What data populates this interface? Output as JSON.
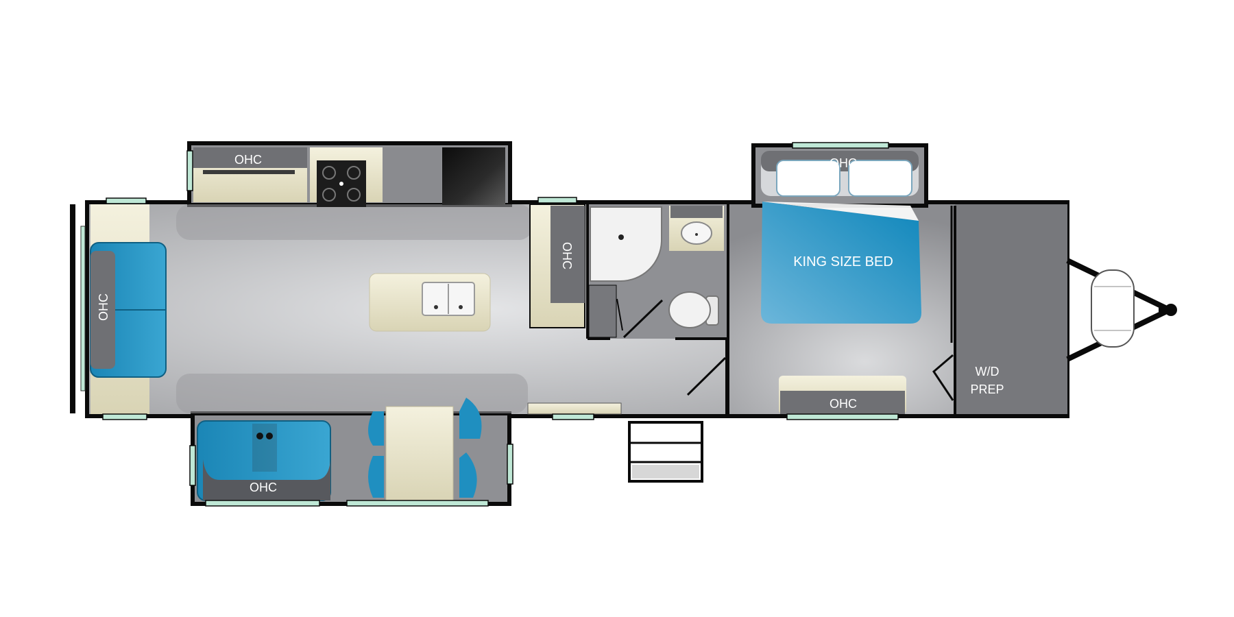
{
  "labels": {
    "ohc_kitchen": "OHC",
    "ohc_rear": "OHC",
    "ohc_bath": "OHC",
    "ohc_sofa": "OHC",
    "ohc_bed": "OHC",
    "ohc_bedroom": "OHC",
    "king_bed": "KING SIZE BED",
    "wd_line1": "W/D",
    "wd_line2": "PREP"
  },
  "colors": {
    "wall": "#0a0a0a",
    "floor": "#b9babd",
    "floor_light": "#dcdddf",
    "bedroom_floor": "#8f9094",
    "storage": "#77787c",
    "cabinet": "#ede9d2",
    "cabinet_top": "#6f7074",
    "upholstery": "#1f8fc0",
    "upholstery_dark": "#15668c",
    "bed": "#1a90c2",
    "window": "#bfe8d6"
  },
  "icons": [
    "stove-icon",
    "fridge-icon",
    "sink-icon",
    "shower-icon",
    "toilet-icon",
    "steps-icon",
    "hitch-icon"
  ]
}
